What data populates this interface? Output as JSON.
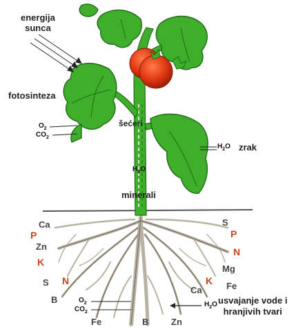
{
  "labels": {
    "sun": [
      "energija",
      "sunca"
    ],
    "photosynthesis": "fotosinteza",
    "sugars": "šećeri",
    "air": "zrak",
    "minerals": "minerali",
    "uptake": [
      "usvajanje vode i",
      "hranjivih tvari"
    ]
  },
  "chem": {
    "o2": [
      "O",
      "2"
    ],
    "co2": [
      "CO",
      "2"
    ],
    "h2o": [
      "H",
      "2",
      "O"
    ]
  },
  "minerals_left": [
    "Ca",
    "P",
    "Zn",
    "K",
    "S",
    "N",
    "B",
    "Fe"
  ],
  "minerals_right": [
    "S",
    "P",
    "N",
    "Mg",
    "K",
    "Ca",
    "Fe",
    "B",
    "Zn"
  ],
  "colors": {
    "leaf": "#3fae2a",
    "leaf_dark": "#1f6b18",
    "tomato": "#e23a12",
    "stem_vessel": "#2e8f24",
    "root": "#c8c2b4",
    "soil_line": "#555555",
    "mineral_red": "#c8461e"
  }
}
